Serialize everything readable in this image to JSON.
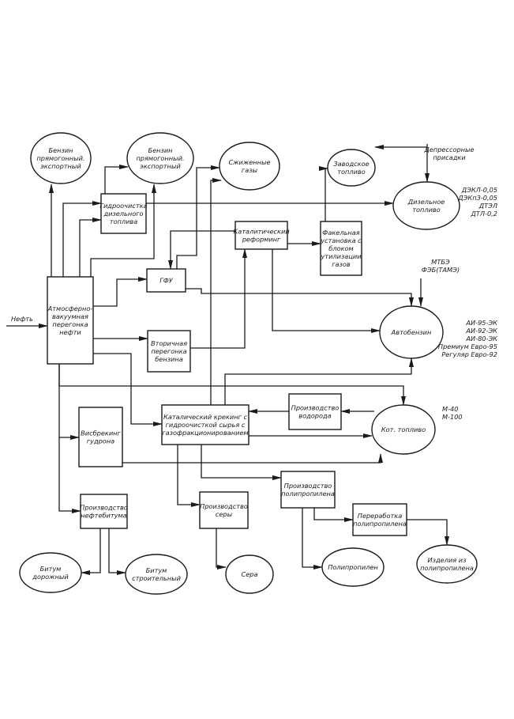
{
  "diagram": {
    "title": "Схема переработки нефти",
    "line_color": "#1a1a1a",
    "background": "#ffffff",
    "nodes": [
      {
        "id": "avt",
        "shape": "rect",
        "lines": [
          "Атмосферно-",
          "вакуумная",
          "перегонка",
          "нефти"
        ]
      },
      {
        "id": "hydro",
        "shape": "rect",
        "lines": [
          "Гидроочистка",
          "дизельного",
          "топлива"
        ]
      },
      {
        "id": "gfu",
        "shape": "rect",
        "lines": [
          "ГФУ"
        ]
      },
      {
        "id": "reform",
        "shape": "rect",
        "lines": [
          "Каталитический",
          "реформинг"
        ]
      },
      {
        "id": "flare",
        "shape": "rect",
        "lines": [
          "Факельная",
          "установка с",
          "блоком",
          "утилизации",
          "газов"
        ]
      },
      {
        "id": "second",
        "shape": "rect",
        "lines": [
          "Вторичная",
          "перегонка",
          "бензина"
        ]
      },
      {
        "id": "visb",
        "shape": "rect",
        "lines": [
          "Висбрекинг",
          "гудрона"
        ]
      },
      {
        "id": "cat",
        "shape": "rect",
        "lines": [
          "Каталический крекинг с",
          "гидроочисткой сырья с",
          "газофракционированием"
        ]
      },
      {
        "id": "h2",
        "shape": "rect",
        "lines": [
          "Производство",
          "водорода"
        ]
      },
      {
        "id": "bitprod",
        "shape": "rect",
        "lines": [
          "Производство",
          "нефтебитума"
        ]
      },
      {
        "id": "sulfprod",
        "shape": "rect",
        "lines": [
          "Производство",
          "серы"
        ]
      },
      {
        "id": "ppprod",
        "shape": "rect",
        "lines": [
          "Производство",
          "полипропилена"
        ]
      },
      {
        "id": "pprec",
        "shape": "rect",
        "lines": [
          "Переработка",
          "полипропилена"
        ]
      },
      {
        "id": "benz1",
        "shape": "ellipse",
        "lines": [
          "Бензин",
          "прямогонный.",
          "экспортный"
        ]
      },
      {
        "id": "benz2",
        "shape": "ellipse",
        "lines": [
          "Бензин",
          "прямогонный.",
          "экспортный"
        ]
      },
      {
        "id": "lpg",
        "shape": "ellipse",
        "lines": [
          "Сжиженные",
          "газы"
        ]
      },
      {
        "id": "plantfuel",
        "shape": "ellipse",
        "lines": [
          "Заводское",
          "топливо"
        ]
      },
      {
        "id": "diesel",
        "shape": "ellipse",
        "lines": [
          "Дизельное",
          "топливо"
        ]
      },
      {
        "id": "autogas",
        "shape": "ellipse",
        "lines": [
          "Автобензин"
        ]
      },
      {
        "id": "boiler",
        "shape": "ellipse",
        "lines": [
          "Кот. топливо"
        ]
      },
      {
        "id": "bitroad",
        "shape": "ellipse",
        "lines": [
          "Битум",
          "дорожный"
        ]
      },
      {
        "id": "bitbuild",
        "shape": "ellipse",
        "lines": [
          "Битум",
          "строительный"
        ]
      },
      {
        "id": "sulfur",
        "shape": "ellipse",
        "lines": [
          "Сера"
        ]
      },
      {
        "id": "pp",
        "shape": "ellipse",
        "lines": [
          "Полипропилен"
        ]
      },
      {
        "id": "ppgoods",
        "shape": "ellipse",
        "lines": [
          "Изделия из",
          "полипропилена"
        ]
      }
    ],
    "annotations": [
      {
        "id": "oil",
        "lines": [
          "Нефть"
        ]
      },
      {
        "id": "depress",
        "lines": [
          "Депрессорные",
          "присадки"
        ]
      },
      {
        "id": "diesel_grades",
        "lines": [
          "ДЭКЛ-0,05",
          "ДЭКпЗ-0,05",
          "ДТЭЛ",
          "ДТЛ-0,2"
        ]
      },
      {
        "id": "mtbe",
        "lines": [
          "МТБЭ",
          "ФЭБ(ТАМЭ)"
        ]
      },
      {
        "id": "gas_grades",
        "lines": [
          "АИ-95-ЭК",
          "АИ-92-ЭК",
          "АИ-80-ЭК",
          "Премиум Евро-95",
          "Регуляр Евро-92"
        ]
      },
      {
        "id": "boiler_grades",
        "lines": [
          "М-40",
          "М-100"
        ]
      }
    ],
    "edges": [
      {
        "from": "oil",
        "to": "avt"
      },
      {
        "from": "avt",
        "to": "benz1"
      },
      {
        "from": "avt",
        "to": "hydro"
      },
      {
        "from": "avt",
        "to": "hydro"
      },
      {
        "from": "avt",
        "to": "benz2"
      },
      {
        "from": "hydro",
        "to": "benz2"
      },
      {
        "from": "hydro",
        "to": "diesel"
      },
      {
        "from": "avt",
        "to": "gfu"
      },
      {
        "from": "avt",
        "to": "second"
      },
      {
        "from": "gfu",
        "to": "lpg"
      },
      {
        "from": "reform",
        "to": "gfu"
      },
      {
        "from": "reform",
        "to": "flare"
      },
      {
        "from": "reform",
        "to": "autogas"
      },
      {
        "from": "gfu",
        "to": "autogas"
      },
      {
        "from": "second",
        "to": "reform"
      },
      {
        "from": "flare",
        "to": "plantfuel"
      },
      {
        "from": "depress",
        "to": "plantfuel"
      },
      {
        "from": "depress",
        "to": "diesel"
      },
      {
        "from": "mtbe",
        "to": "autogas"
      },
      {
        "from": "cat",
        "to": "lpg"
      },
      {
        "from": "cat",
        "to": "autogas"
      },
      {
        "from": "avt",
        "to": "boiler"
      },
      {
        "from": "avt",
        "to": "cat"
      },
      {
        "from": "avt",
        "to": "visb"
      },
      {
        "from": "h2",
        "to": "cat"
      },
      {
        "from": "boiler",
        "to": "h2"
      },
      {
        "from": "cat",
        "to": "boiler"
      },
      {
        "from": "visb",
        "to": "boiler"
      },
      {
        "from": "cat",
        "to": "sulfprod"
      },
      {
        "from": "cat",
        "to": "ppprod"
      },
      {
        "from": "avt",
        "to": "bitprod"
      },
      {
        "from": "bitprod",
        "to": "bitroad"
      },
      {
        "from": "bitprod",
        "to": "bitbuild"
      },
      {
        "from": "sulfprod",
        "to": "sulfur"
      },
      {
        "from": "ppprod",
        "to": "pp"
      },
      {
        "from": "ppprod",
        "to": "pprec"
      },
      {
        "from": "pprec",
        "to": "ppgoods"
      }
    ]
  }
}
